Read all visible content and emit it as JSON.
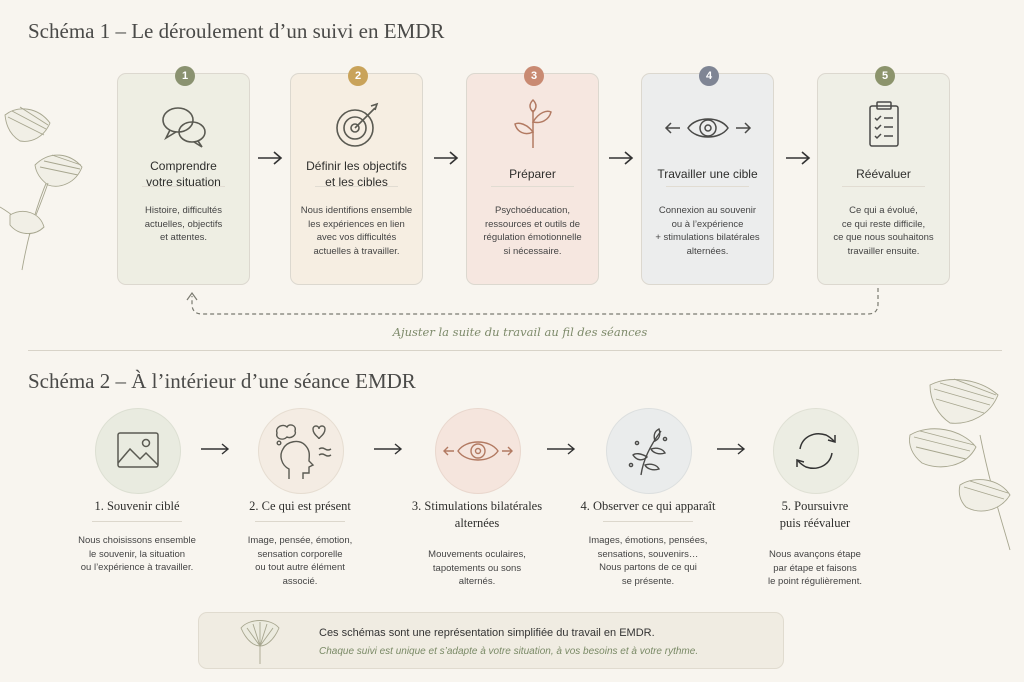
{
  "schema1": {
    "heading": "Schéma 1 – Le déroulement d’un suivi en EMDR",
    "steps": [
      {
        "number": "1",
        "title": "Comprendre\nvotre situation",
        "description": "Histoire, difficultés\nactuelles, objectifs\net attentes.",
        "icon": "speech-bubbles-icon",
        "color": "#8a9270"
      },
      {
        "number": "2",
        "title": "Définir les objectifs\net les cibles",
        "description": "Nous identifions ensemble\nles expériences en lien\navec vos difficultés\nactuelles à travailler.",
        "icon": "target-icon",
        "color": "#c9a35a"
      },
      {
        "number": "3",
        "title": "Préparer",
        "description": "Psychoéducation,\nressources et outils de\nrégulation émotionnelle\nsi nécessaire.",
        "icon": "sprout-icon",
        "color": "#c98a72"
      },
      {
        "number": "4",
        "title": "Travailler une cible",
        "description": "Connexion au souvenir\nou à l’expérience\n+ stimulations bilatérales\nalternées.",
        "icon": "eye-arrows-icon",
        "color": "#7f8594"
      },
      {
        "number": "5",
        "title": "Réévaluer",
        "description": "Ce qui a évolué,\nce qui reste difficile,\nce que nous souhaitons\ntravailler ensuite.",
        "icon": "clipboard-checklist-icon",
        "color": "#8c946c"
      }
    ],
    "loop_label": "Ajuster la suite du travail au fil des séances"
  },
  "schema2": {
    "heading": "Schéma 2 – À l’intérieur d’une séance EMDR",
    "steps": [
      {
        "title": "1. Souvenir ciblé",
        "description": "Nous choisissons ensemble\nle souvenir, la situation\nou l’expérience à travailler.",
        "icon": "image-icon"
      },
      {
        "title": "2. Ce qui est présent",
        "description": "Image, pensée, émotion,\nsensation corporelle\nou tout autre élément\nassocié.",
        "icon": "head-thoughts-icon"
      },
      {
        "title": "3. Stimulations bilatérales\nalternées",
        "description": "Mouvements oculaires,\ntapotements ou sons\nalternés.",
        "icon": "eye-arrows-icon"
      },
      {
        "title": "4. Observer ce qui apparaît",
        "description": "Images, émotions, pensées,\nsensations, souvenirs…\nNous partons de ce qui\nse présente.",
        "icon": "branch-icon"
      },
      {
        "title": "5. Poursuivre\npuis réévaluer",
        "description": "Nous avançons étape\npar étape et faisons\nle point régulièrement.",
        "icon": "refresh-cycle-icon"
      }
    ]
  },
  "note": {
    "line1": "Ces schémas sont une représentation simplifiée du travail en EMDR.",
    "line2": "Chaque suivi est unique et s’adapte à votre situation, à vos besoins et à votre rythme."
  },
  "colors": {
    "card1": "#eeeee3",
    "card2": "#f6eee2",
    "card3": "#f6e7e0",
    "card4": "#eceded",
    "card5": "#efefe6",
    "circle1": "#e9ebe0",
    "circle2": "#f4ece3",
    "circle3": "#f5e5dd",
    "circle4": "#eaecec",
    "circle5": "#ecede3"
  }
}
